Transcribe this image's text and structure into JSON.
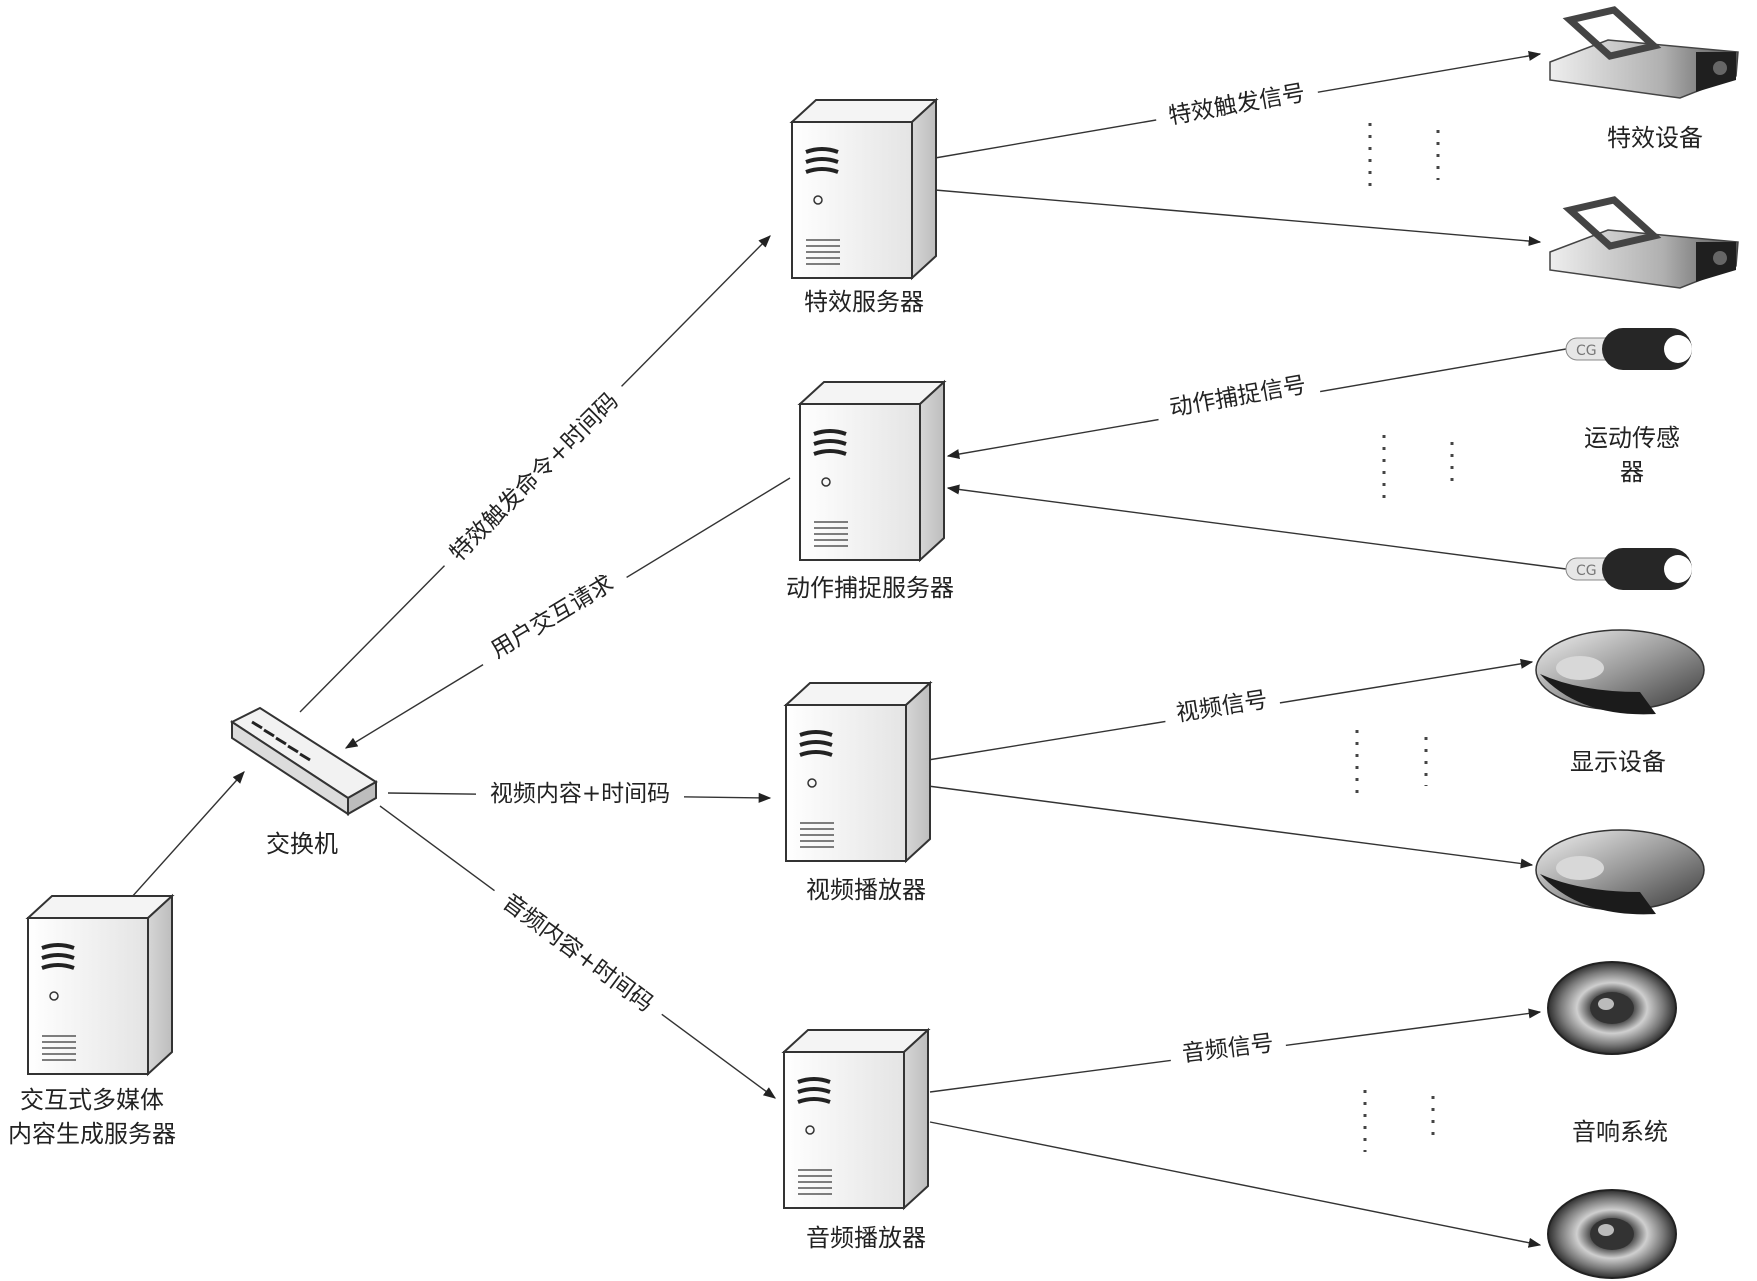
{
  "nodes": {
    "fx_server": "特效服务器",
    "mocap_server": "动作捕捉服务器",
    "video_player": "视频播放器",
    "audio_player": "音频播放器",
    "switch": "交换机",
    "content_server_line1": "交互式多媒体",
    "content_server_line2": "内容生成服务器",
    "fx_device": "特效设备",
    "motion_sensor_line1": "运动传感",
    "motion_sensor_line2": "器",
    "display_device": "显示设备",
    "speaker_system": "音响系统"
  },
  "edges": {
    "fx_trigger_cmd": "特效触发命令+时间码",
    "user_request": "用户交互请求",
    "video_content": "视频内容+时间码",
    "audio_content": "音频内容+时间码",
    "fx_trigger_signal": "特效触发信号",
    "mocap_signal": "动作捕捉信号",
    "video_signal": "视频信号",
    "audio_signal": "音频信号"
  },
  "icons": {
    "server": "server-tower-icon",
    "switch": "network-switch-icon",
    "fx_device": "stage-light-icon",
    "motion_sensor": "motion-sensor-icon",
    "display_device": "projector-icon",
    "speaker": "speaker-icon"
  },
  "colors": {
    "line": "#333333",
    "text": "#222222"
  }
}
